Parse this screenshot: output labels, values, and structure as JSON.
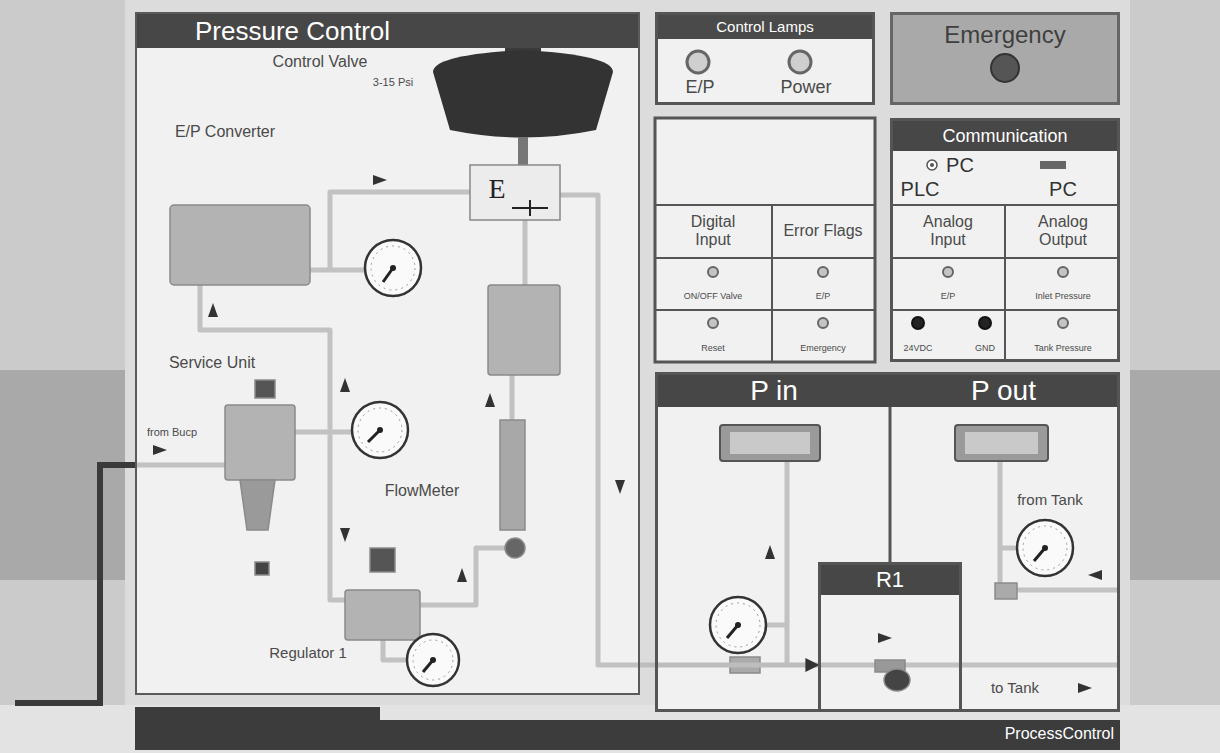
{
  "diagram": {
    "nodes": [
      {
        "text": [
          "Pressure Control"
        ]
      },
      {
        "text": [
          "Control Lamps"
        ]
      },
      {
        "text": [
          "Emergency"
        ]
      },
      {
        "text": [
          "Communication"
        ]
      },
      {
        "text": [
          "P in"
        ]
      },
      {
        "text": [
          "P out"
        ]
      },
      {
        "text": [
          "R1"
        ]
      },
      {
        "text": [
          "ProcessControl"
        ]
      }
    ],
    "edges": [
      {
        "from": 0,
        "to": 6,
        "arrow": "to"
      }
    ],
    "labels": [
      "Control Valve",
      "3-15 Psi",
      "E/P Converter",
      "E",
      "Service Unit",
      "from Bucp",
      "FlowMeter",
      "Regulator 1",
      "E/P",
      "Power",
      "PC",
      "PLC",
      "PC",
      "Digital Input",
      "Error Flags",
      "Analog Input",
      "Analog Output",
      "ON/OFF Valve",
      "E/P",
      "E/P",
      "Inlet Pressure",
      "Reset",
      "Emergency",
      "24VDC",
      "GND",
      "Tank Pressure",
      "from Tank",
      "to Tank"
    ]
  }
}
